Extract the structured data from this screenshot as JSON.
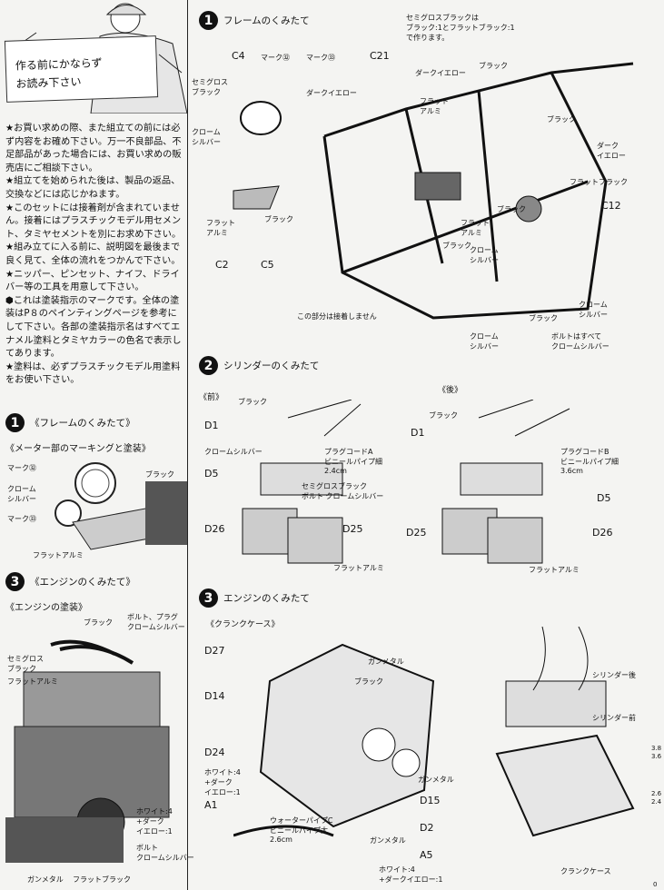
{
  "sign": {
    "line1": "作る前にかならず",
    "line2": "お読み下さい"
  },
  "notes": [
    "★お買い求めの際、また組立ての前には必ず内容をお確め下さい。万一不良部品、不足部品があった場合には、お買い求めの販売店にご相談下さい。",
    "★組立てを始められた後は、製品の返品、交換などには応じかねます。",
    "★このセットには接着剤が含まれていません。接着にはプラスチックモデル用セメント、タミヤセメントを別にお求め下さい。",
    "★組み立てに入る前に、説明図を最後まで良く見て、全体の流れをつかんで下さい。",
    "★ニッパー、ピンセット、ナイフ、ドライバー等の工具を用意して下さい。",
    "これは塗装指示のマークです。全体の塗装はP８のペインティングページを参考にして下さい。各部の塗装指示名はすべてエナメル塗料とタミヤカラーの色名で表示してあります。",
    "★塗料は、必ずプラスチックモデル用塗料をお使い下さい。"
  ],
  "left": {
    "sec1": {
      "num": "1",
      "title": "《フレームのくみたて》",
      "sub": "《メーター部のマーキングと塗装》",
      "labels": {
        "mark32": "マーク㉜",
        "chrome": "クローム\nシルバー",
        "mark33": "マーク㉝",
        "black": "ブラック",
        "flat_alu": "フラットアルミ"
      }
    },
    "sec3": {
      "num": "3",
      "title": "《エンジンのくみたて》",
      "sub": "《エンジンの塗装》",
      "labels": {
        "black": "ブラック",
        "bolt": "ボルト、プラグ\nクロームシルバー",
        "semigloss": "セミグロス\nブラック",
        "flat_alu": "フラットアルミ",
        "white": "ホワイト:4\n+ダーク\nイエロー:1",
        "bolt2": "ボルト\nクロームシルバー",
        "gunmetal": "ガンメタル",
        "flat_black": "フラットブラック"
      }
    }
  },
  "step1": {
    "num": "1",
    "title": "フレームのくみたて",
    "note": "セミグロスブラックは\nブラック:1とフラットブラック:1\nで作ります。",
    "labels": {
      "c4": "C4",
      "mark32": "マーク㉜",
      "mark33": "マーク㉝",
      "c21": "C21",
      "semigloss": "セミグロス\nブラック",
      "dark_yellow": "ダークイエロー",
      "black1": "ブラック",
      "flat_alu1": "フラット\nアルミ",
      "chrome1": "クローム\nシルバー",
      "dark_yellow2": "ダーク\nイエロー",
      "flat_black": "フラットブラック",
      "black2": "ブラック",
      "flat_alu2": "フラット\nアルミ",
      "c12": "C12",
      "black3": "ブラック",
      "chrome2": "クローム\nシルバー",
      "c2": "C2",
      "c5": "C5",
      "not_glued": "この部分は接着しません",
      "chrome3": "クローム\nシルバー",
      "black4": "ブラック",
      "chrome4": "クローム\nシルバー",
      "bolts": "ボルトはすべて\nクロームシルバー",
      "black5": "ブラック",
      "flat_alu3": "フラット\nアルミ",
      "black6": "ブラック"
    }
  },
  "step2": {
    "num": "2",
    "title": "シリンダーのくみたて",
    "front": "《前》",
    "rear": "《後》",
    "labels": {
      "black_f": "ブラック",
      "d1_f": "D1",
      "chrome_f": "クロームシルバー",
      "plug_a": "プラグコードA\nビニールパイプ細\n2.4cm",
      "d5_f": "D5",
      "semigloss_f": "セミグロスブラック\nボルト クロームシルバー",
      "d26_f": "D26",
      "d25_f": "D25",
      "flat_alu_f": "フラットアルミ",
      "black_r": "ブラック",
      "d1_r": "D1",
      "plug_b": "プラグコードB\nビニールパイプ細\n3.6cm",
      "d5_r": "D5",
      "d25_r": "D25",
      "d26_r": "D26",
      "flat_alu_r": "フラットアルミ"
    }
  },
  "step3": {
    "num": "3",
    "title": "エンジンのくみたて",
    "sub": "《クランクケース》",
    "labels": {
      "d27": "D27",
      "gunmetal1": "ガンメタル",
      "d14": "D14",
      "black": "ブラック",
      "d24": "D24",
      "white": "ホワイト:4\n+ダーク\nイエロー:1",
      "a1": "A1",
      "gunmetal2": "ガンメタル",
      "d15": "D15",
      "water": "ウォーターパイプC\nビニールパイプ太\n2.6cm",
      "d2": "D2",
      "gunmetal3": "ガンメタル",
      "a5": "A5",
      "white2": "ホワイト:4\n+ダークイエロー:1",
      "cyl_rear": "シリンダー後",
      "cyl_front": "シリンダー前",
      "crankcase": "クランクケース"
    }
  },
  "scale": [
    "3.8",
    "3.6",
    "2.6",
    "2.4",
    "0"
  ],
  "colors": {
    "ink": "#111111",
    "paper": "#f4f4f2"
  }
}
